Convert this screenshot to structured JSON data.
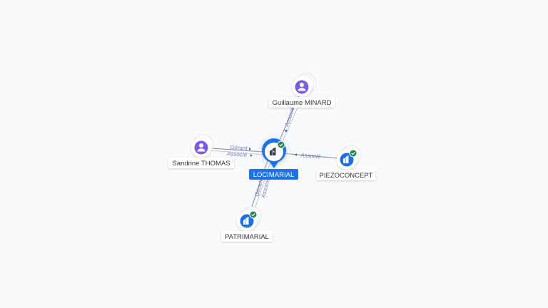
{
  "colors": {
    "person": "#7b5be6",
    "company": "#1f6fe5",
    "center": "#1a73e8",
    "check": "#1e8a4c",
    "edge": "#7f8596",
    "edge_text": "#6d7fbf",
    "label_bg": "#ffffff"
  },
  "center": {
    "label": "LOCIMARIAL",
    "icon": "building-icon"
  },
  "nodes": [
    {
      "id": "guillaume",
      "label": "Guillaume MINARD",
      "kind": "person",
      "icon": "person-icon",
      "verified": false
    },
    {
      "id": "sandrine",
      "label": "Sandrine THOMAS",
      "kind": "person",
      "icon": "person-icon",
      "verified": false
    },
    {
      "id": "piezo",
      "label": "PIEZOCONCEPT",
      "kind": "company",
      "icon": "building-icon",
      "verified": true
    },
    {
      "id": "patrimarial",
      "label": "PATRIMARIAL",
      "kind": "company",
      "icon": "building-icon",
      "verified": true
    }
  ],
  "edges": [
    {
      "from": "guillaume",
      "labels": [
        "Associé"
      ]
    },
    {
      "from": "sandrine",
      "labels": [
        "Gérant",
        "Associé"
      ]
    },
    {
      "from": "piezo",
      "labels": [
        "Associé"
      ]
    },
    {
      "from": "patrimarial",
      "labels": [
        "Gérant",
        "Associé"
      ]
    }
  ]
}
